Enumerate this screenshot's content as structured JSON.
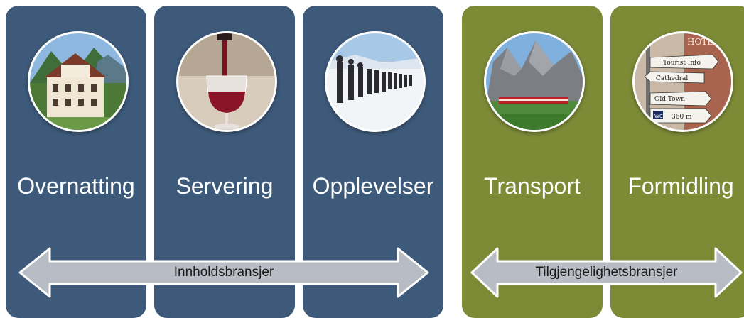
{
  "categories": [
    {
      "label": "Overnatting",
      "picture": "hotel-photo",
      "group": "content"
    },
    {
      "label": "Servering",
      "picture": "wine-glass-photo",
      "group": "content"
    },
    {
      "label": "Opplevelser",
      "picture": "hikers-in-snow-photo",
      "group": "content"
    },
    {
      "label": "Transport",
      "picture": "train-in-mountains-photo",
      "group": "access"
    },
    {
      "label": "Formidling",
      "picture": "signpost-photo",
      "group": "access"
    }
  ],
  "arrows": {
    "content": {
      "label": "Innholdsbransjer"
    },
    "access": {
      "label": "Tilgjengelighetsbransjer"
    }
  },
  "signpost_text": {
    "hotel": "HOTEL",
    "tourist_info": "Tourist Info",
    "cathedral": "Cathedral",
    "old_town": "Old Town",
    "wc": "WC",
    "distance": "360 m"
  },
  "colors": {
    "content_panel": "#3e5a7a",
    "access_panel": "#7d8b37",
    "arrow_fill": "#b8bcc4",
    "arrow_stroke": "#ffffff"
  }
}
